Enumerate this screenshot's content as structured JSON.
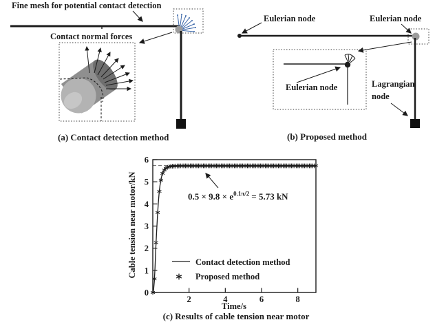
{
  "figure_a": {
    "caption": "(a) Contact detection method",
    "label_fine_mesh": "Fine mesh for potential contact detection",
    "label_contact_forces": "Contact normal forces",
    "mesh_color": "#3a66a8",
    "node_color": "#9c9c9c",
    "cylinder_colors": {
      "body": "#8f8f8f",
      "far_face": "#6f6f6f",
      "near_face": "#b3b3b3",
      "highlight": "#c6c6c6"
    }
  },
  "figure_b": {
    "caption": "(b) Proposed method",
    "label_eulerian_left": "Eulerian node",
    "label_eulerian_right": "Eulerian node",
    "label_eulerian_detail": "Eulerian node",
    "label_lagrangian_line1": "Lagrangian",
    "label_lagrangian_line2": "node",
    "node_color": "#9c9c9c"
  },
  "figure_c": {
    "caption": "(c) Results of cable tension near motor",
    "annotation": {
      "pre": "0.5 × 9.8 × e",
      "sup": "0.1π/2",
      "post": "= 5.73 kN"
    }
  },
  "chart_data": {
    "type": "line",
    "title": "",
    "xlabel": "Time/s",
    "ylabel": "Cable tension near motor/kN",
    "xlim": [
      0,
      9
    ],
    "ylim": [
      0,
      6
    ],
    "xticks": [
      2,
      4,
      6,
      8
    ],
    "yticks": [
      0,
      1,
      2,
      3,
      4,
      5,
      6
    ],
    "grid": false,
    "frame": "full-box",
    "reference_line": {
      "value": 5.73,
      "style": "dashed",
      "color": "#666666"
    },
    "annotation": "0.5 × 9.8 × e^0.1π/2 = 5.73 kN",
    "legend_position": "inside lower-center",
    "series": [
      {
        "name": "Contact detection method",
        "type": "line",
        "color": "#1c1c1c",
        "x": [
          0,
          0.04,
          0.08,
          0.12,
          0.16,
          0.2,
          0.25,
          0.3,
          0.35,
          0.4,
          0.5,
          0.6,
          0.7,
          0.8,
          0.9,
          1.0,
          1.2,
          1.5,
          2,
          3,
          4,
          5,
          6,
          7,
          8,
          9
        ],
        "y": [
          0,
          0.1,
          0.45,
          1.1,
          1.9,
          2.6,
          3.35,
          4.0,
          4.5,
          4.85,
          5.3,
          5.5,
          5.6,
          5.65,
          5.68,
          5.7,
          5.71,
          5.72,
          5.72,
          5.72,
          5.72,
          5.72,
          5.72,
          5.72,
          5.72,
          5.72
        ]
      },
      {
        "name": "Proposed method",
        "type": "scatter",
        "marker": "asterisk",
        "color": "#1c1c1c",
        "x_start": 0,
        "x_end": 9,
        "x_step": 0.09
      }
    ]
  }
}
